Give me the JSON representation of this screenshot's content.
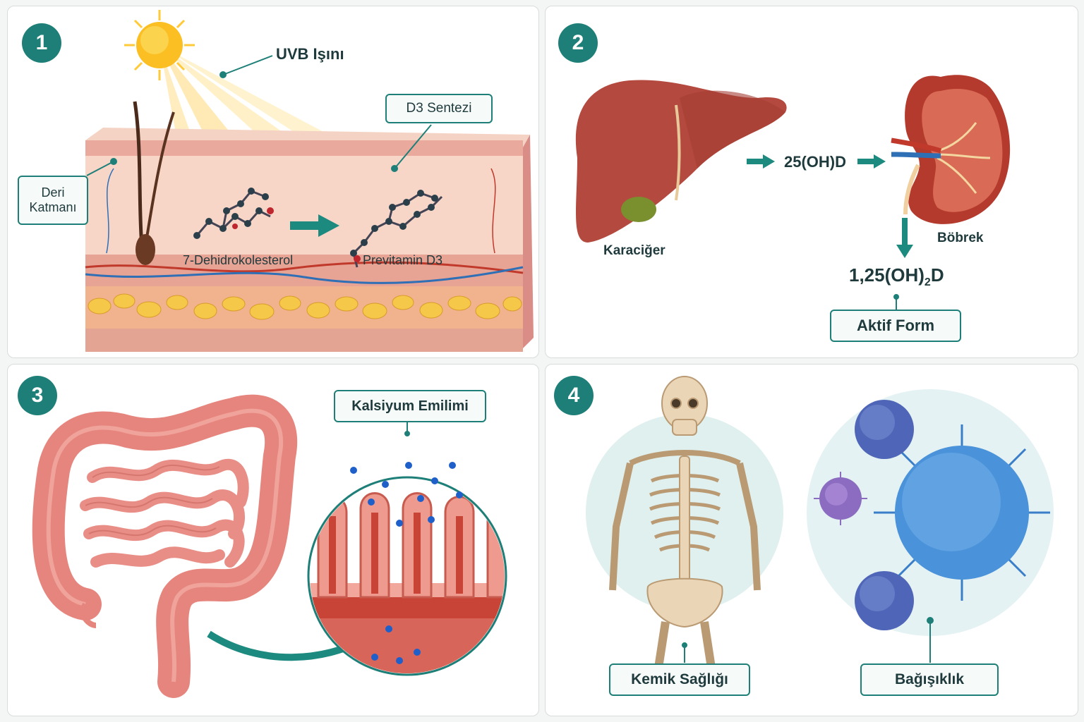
{
  "panel1": {
    "number": "1",
    "uvb_label": "UVB Işını",
    "synthesis_label": "D3 Sentezi",
    "skin_label_line1": "Deri",
    "skin_label_line2": "Katmanı",
    "molecule_left": "7-Dehidrokolesterol",
    "molecule_right": "Previtamin D3"
  },
  "panel2": {
    "number": "2",
    "liver_label": "Karaciğer",
    "intermediate": "25(OH)D",
    "kidney_label": "Böbrek",
    "active_metabolite_main": "1,25(OH)",
    "active_metabolite_sub": "2",
    "active_metabolite_tail": "D",
    "active_form_label": "Aktif Form"
  },
  "panel3": {
    "number": "3",
    "absorption_label": "Kalsiyum Emilimi"
  },
  "panel4": {
    "number": "4",
    "bone_label": "Kemik Sağlığı",
    "immune_label": "Bağışıklık"
  },
  "colors": {
    "accent": "#1d7f78",
    "skin": "#f1c2b3",
    "liver": "#b44a3f",
    "intestine": "#e9918a",
    "bone": "#ead5b6",
    "immune_blue": "#3a7ec9",
    "immune_purple": "#8b6cc0"
  },
  "icons": [
    "sun-icon",
    "hair-icon",
    "molecule-icon",
    "liver-icon",
    "kidney-icon",
    "intestine-icon",
    "villi-icon",
    "skeleton-icon",
    "immune-cell-icon"
  ]
}
